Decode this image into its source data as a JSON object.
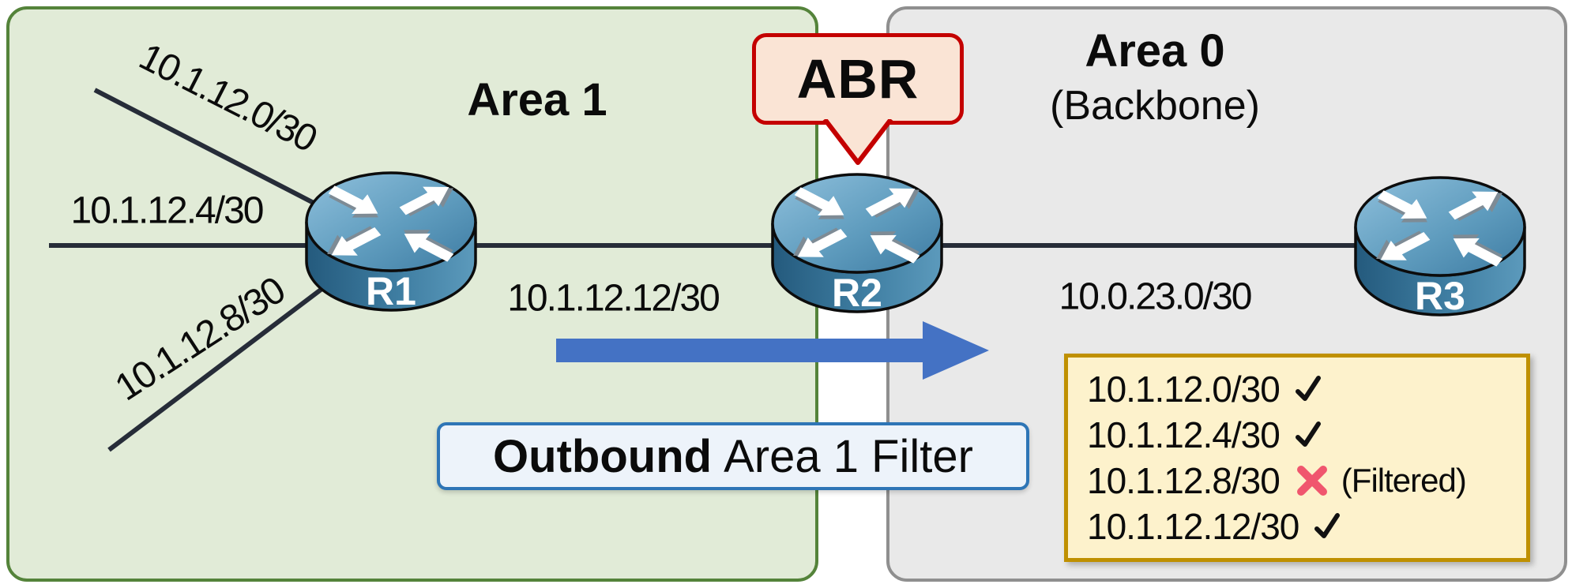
{
  "area1": {
    "title": "Area 1"
  },
  "area0": {
    "title": "Area 0",
    "subtitle": "(Backbone)"
  },
  "abr_callout": {
    "label": "ABR"
  },
  "routers": {
    "r1": "R1",
    "r2": "R2",
    "r3": "R3"
  },
  "link_labels": {
    "stub_a": "10.1.12.0/30",
    "stub_b": "10.1.12.4/30",
    "stub_c": "10.1.12.8/30",
    "r1_r2": "10.1.12.12/30",
    "r2_r3": "10.0.23.0/30"
  },
  "filter_callout": {
    "emphasis": "Outbound",
    "rest": "Area 1 Filter"
  },
  "prefix_list": {
    "rows": [
      {
        "prefix": "10.1.12.0/30",
        "status": "advertised",
        "icon": "check-icon",
        "note": ""
      },
      {
        "prefix": "10.1.12.4/30",
        "status": "advertised",
        "icon": "check-icon",
        "note": ""
      },
      {
        "prefix": "10.1.12.8/30",
        "status": "filtered",
        "icon": "x-icon",
        "note": "(Filtered)"
      },
      {
        "prefix": "10.1.12.12/30",
        "status": "advertised",
        "icon": "check-icon",
        "note": ""
      }
    ]
  },
  "colors": {
    "area1_fill": "#e1ebd7",
    "area1_border": "#54833a",
    "area0_fill": "#e9e9e9",
    "area0_border": "#8f8f8f",
    "abr_fill": "#fae4d5",
    "abr_border": "#c40000",
    "arrow_blue": "#4472c4",
    "filter_fill": "#edf3fa",
    "filter_border": "#2e75b6",
    "list_fill": "#fdf2cc",
    "list_border": "#bf9000",
    "check_mark": "#111111",
    "x_mark": "#f0566e",
    "link_line": "#262c38"
  }
}
